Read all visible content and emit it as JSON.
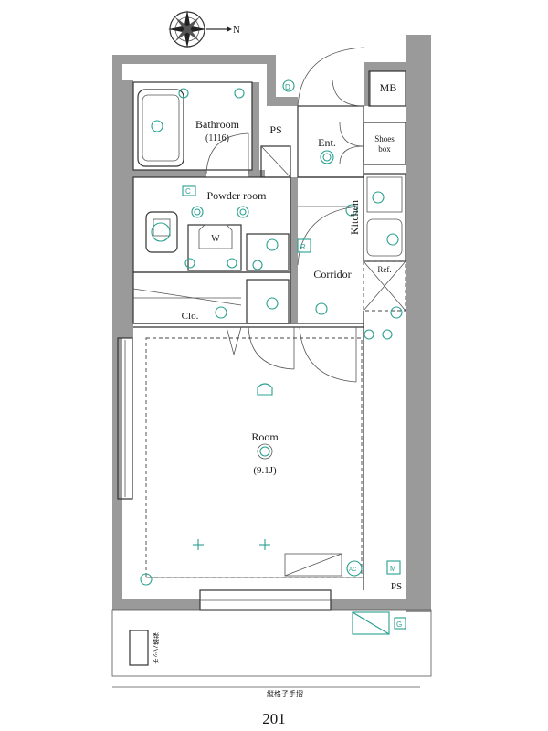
{
  "compass": {
    "north_label": "N"
  },
  "rooms": {
    "bathroom": {
      "name": "Bathroom",
      "size": "(1116)"
    },
    "powder_room": {
      "name": "Powder room"
    },
    "ps_top": {
      "name": "PS"
    },
    "entrance": {
      "name": "Ent."
    },
    "mb": {
      "name": "MB"
    },
    "shoes_box": {
      "line1": "Shoes",
      "line2": "box"
    },
    "kitchen": {
      "name": "Kitchen"
    },
    "corridor": {
      "name": "Corridor"
    },
    "refrigerator": {
      "name": "Ref."
    },
    "closet": {
      "name": "Clo."
    },
    "washer": {
      "name": "W"
    },
    "main_room": {
      "name": "Room",
      "size": "(9.1J)"
    },
    "ps_bottom": {
      "name": "PS"
    }
  },
  "symbols": {
    "outlet_d": "D",
    "outlet_c": "C",
    "outlet_r": "R",
    "outlet_m": "M",
    "outlet_g": "G",
    "ac": "AC"
  },
  "balcony": {
    "note": "避難ハッチ",
    "handrail": "縦格子手摺"
  },
  "unit_number": "201"
}
